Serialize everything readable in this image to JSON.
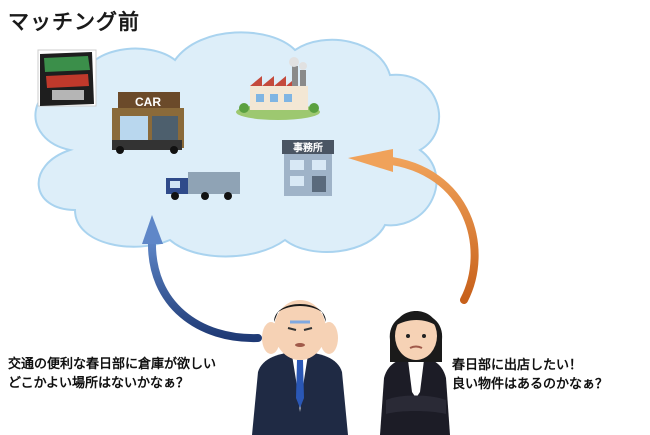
{
  "title": "マッチング前",
  "icons": {
    "car_sign": "CAR",
    "office_sign": "事務所"
  },
  "captions": {
    "left_line1": "交通の便利な春日部に倉庫が欲しい",
    "left_line2": "どこかよい場所はないかなぁ？",
    "right_line1": "春日部に出店したい！",
    "right_line2": "良い物件はあるのかなぁ？"
  },
  "colors": {
    "cloud_fill": "#ddeef9",
    "cloud_stroke": "#a9d3ef",
    "blue_arrow": "#2e4f8f",
    "orange_arrow": "#d9782a"
  }
}
